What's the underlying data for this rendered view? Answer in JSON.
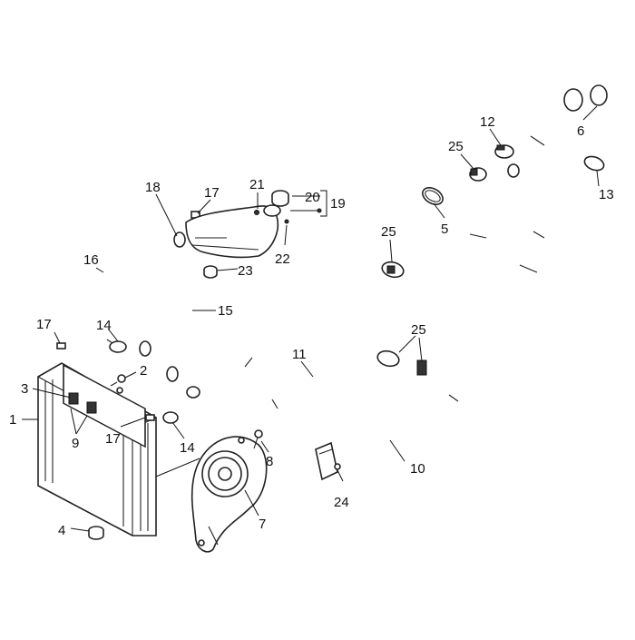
{
  "labels": [
    {
      "id": "callout-1",
      "text": "1"
    },
    {
      "id": "callout-2",
      "text": "2"
    },
    {
      "id": "callout-3",
      "text": "3"
    },
    {
      "id": "callout-4",
      "text": "4"
    },
    {
      "id": "callout-5",
      "text": "5"
    },
    {
      "id": "callout-6",
      "text": "6"
    },
    {
      "id": "callout-7",
      "text": "7"
    },
    {
      "id": "callout-8",
      "text": "8"
    },
    {
      "id": "callout-9",
      "text": "9"
    },
    {
      "id": "callout-10",
      "text": "10"
    },
    {
      "id": "callout-11",
      "text": "11"
    },
    {
      "id": "callout-12",
      "text": "12"
    },
    {
      "id": "callout-13",
      "text": "13"
    },
    {
      "id": "callout-14a",
      "text": "14"
    },
    {
      "id": "callout-14b",
      "text": "14"
    },
    {
      "id": "callout-15",
      "text": "15"
    },
    {
      "id": "callout-16",
      "text": "16"
    },
    {
      "id": "callout-17a",
      "text": "17"
    },
    {
      "id": "callout-17b",
      "text": "17"
    },
    {
      "id": "callout-17c",
      "text": "17"
    },
    {
      "id": "callout-18",
      "text": "18"
    },
    {
      "id": "callout-19",
      "text": "19"
    },
    {
      "id": "callout-20",
      "text": "20"
    },
    {
      "id": "callout-21",
      "text": "21"
    },
    {
      "id": "callout-22",
      "text": "22"
    },
    {
      "id": "callout-23",
      "text": "23"
    },
    {
      "id": "callout-24",
      "text": "24"
    },
    {
      "id": "callout-25a",
      "text": "25"
    },
    {
      "id": "callout-25b",
      "text": "25"
    },
    {
      "id": "callout-25c",
      "text": "25"
    }
  ]
}
